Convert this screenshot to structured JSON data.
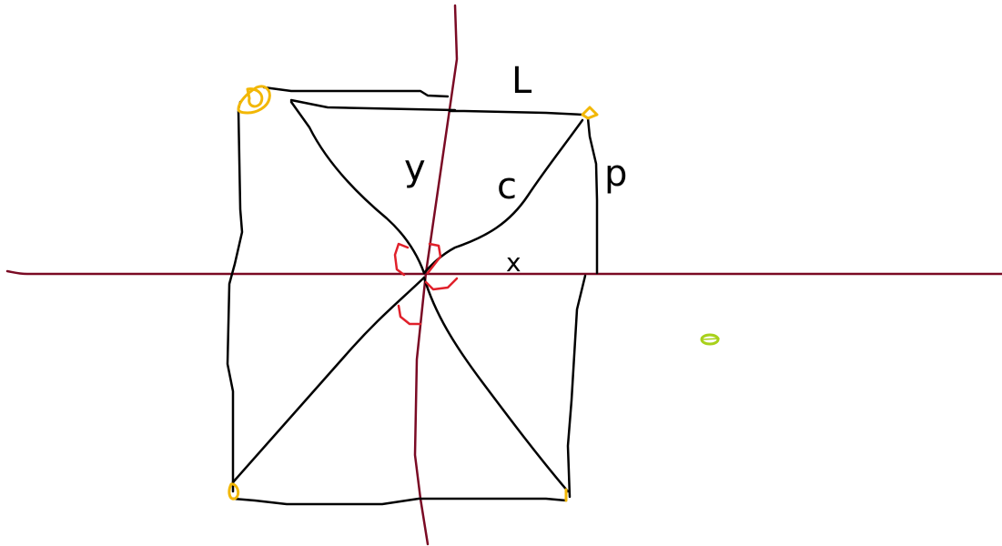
{
  "colors": {
    "background": "#ffffff",
    "ink": "#000000",
    "axis": "#7a0a24",
    "marker": "#f2b705",
    "angle_mark": "#e0202a",
    "dot": "#a8d11a"
  },
  "labels": {
    "l": "L",
    "y": "y",
    "c": "c",
    "p": "p",
    "x": "x"
  }
}
